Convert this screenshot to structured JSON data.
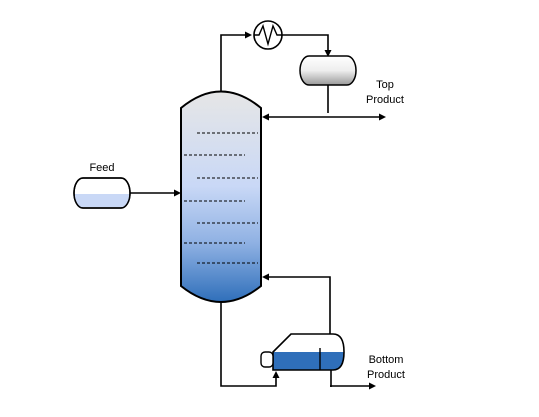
{
  "labels": {
    "feed": "Feed",
    "top_product_line1": "Top",
    "top_product_line2": "Product",
    "bottom_product_line1": "Bottom",
    "bottom_product_line2": "Product"
  },
  "colors": {
    "column_top": "#e6e6e6",
    "column_mid": "#c9d8f6",
    "column_bottom": "#2f6fba",
    "liquid": "#2f6fba",
    "feed_liquid": "#c9d8f6",
    "drum_top": "#ffffff",
    "drum_bottom": "#aaaaaa",
    "line": "#000000"
  }
}
